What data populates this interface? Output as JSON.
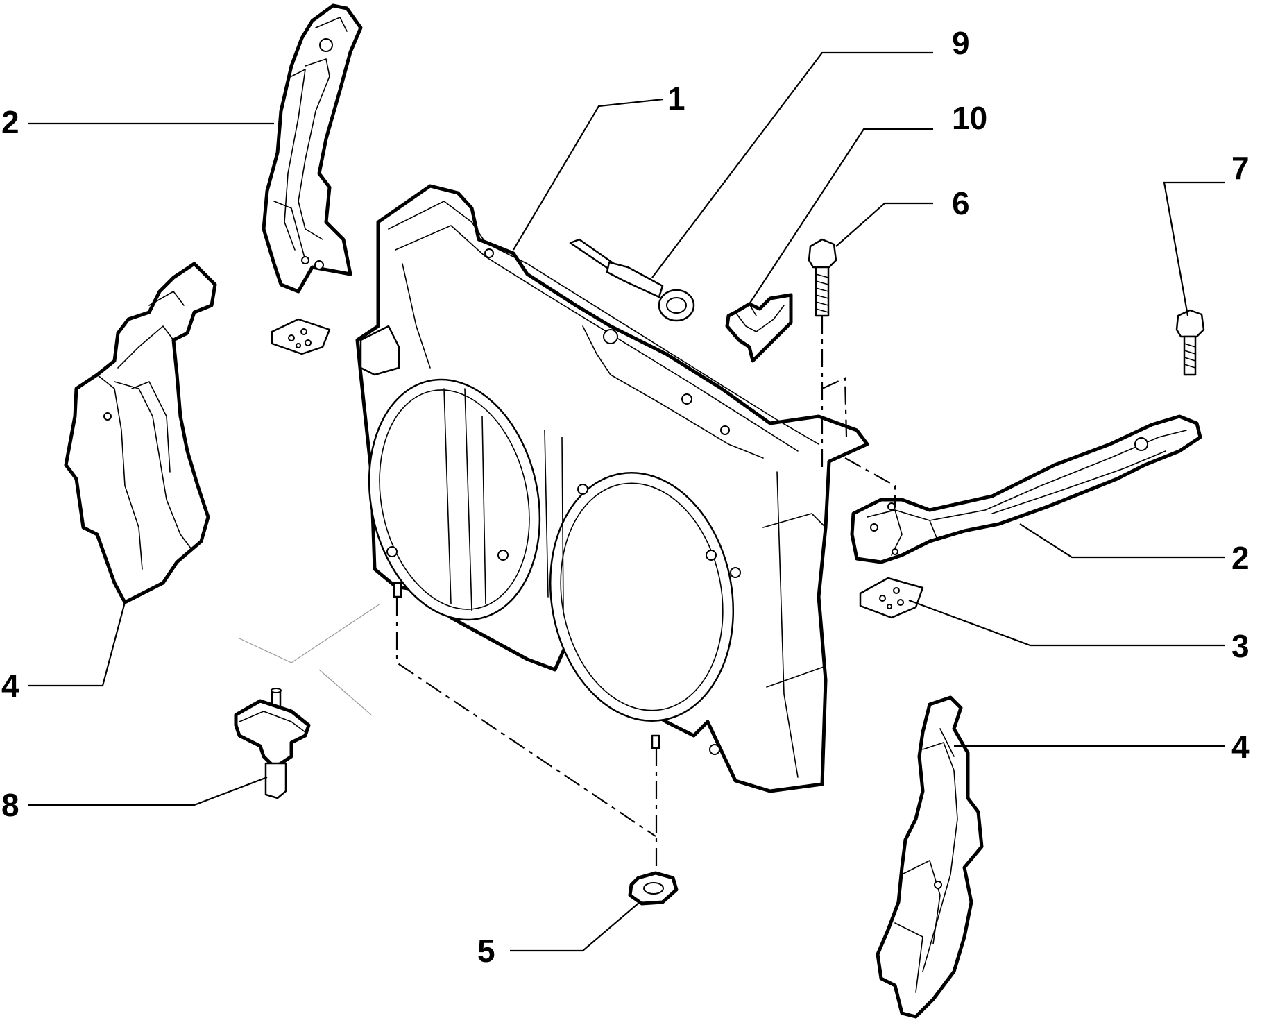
{
  "callouts": [
    {
      "id": "c1",
      "label": "1"
    },
    {
      "id": "c2a",
      "label": "2"
    },
    {
      "id": "c2b",
      "label": "2"
    },
    {
      "id": "c3",
      "label": "3"
    },
    {
      "id": "c4a",
      "label": "4"
    },
    {
      "id": "c4b",
      "label": "4"
    },
    {
      "id": "c5",
      "label": "5"
    },
    {
      "id": "c6",
      "label": "6"
    },
    {
      "id": "c7",
      "label": "7"
    },
    {
      "id": "c8",
      "label": "8"
    },
    {
      "id": "c9",
      "label": "9"
    },
    {
      "id": "c10",
      "label": "10"
    }
  ]
}
